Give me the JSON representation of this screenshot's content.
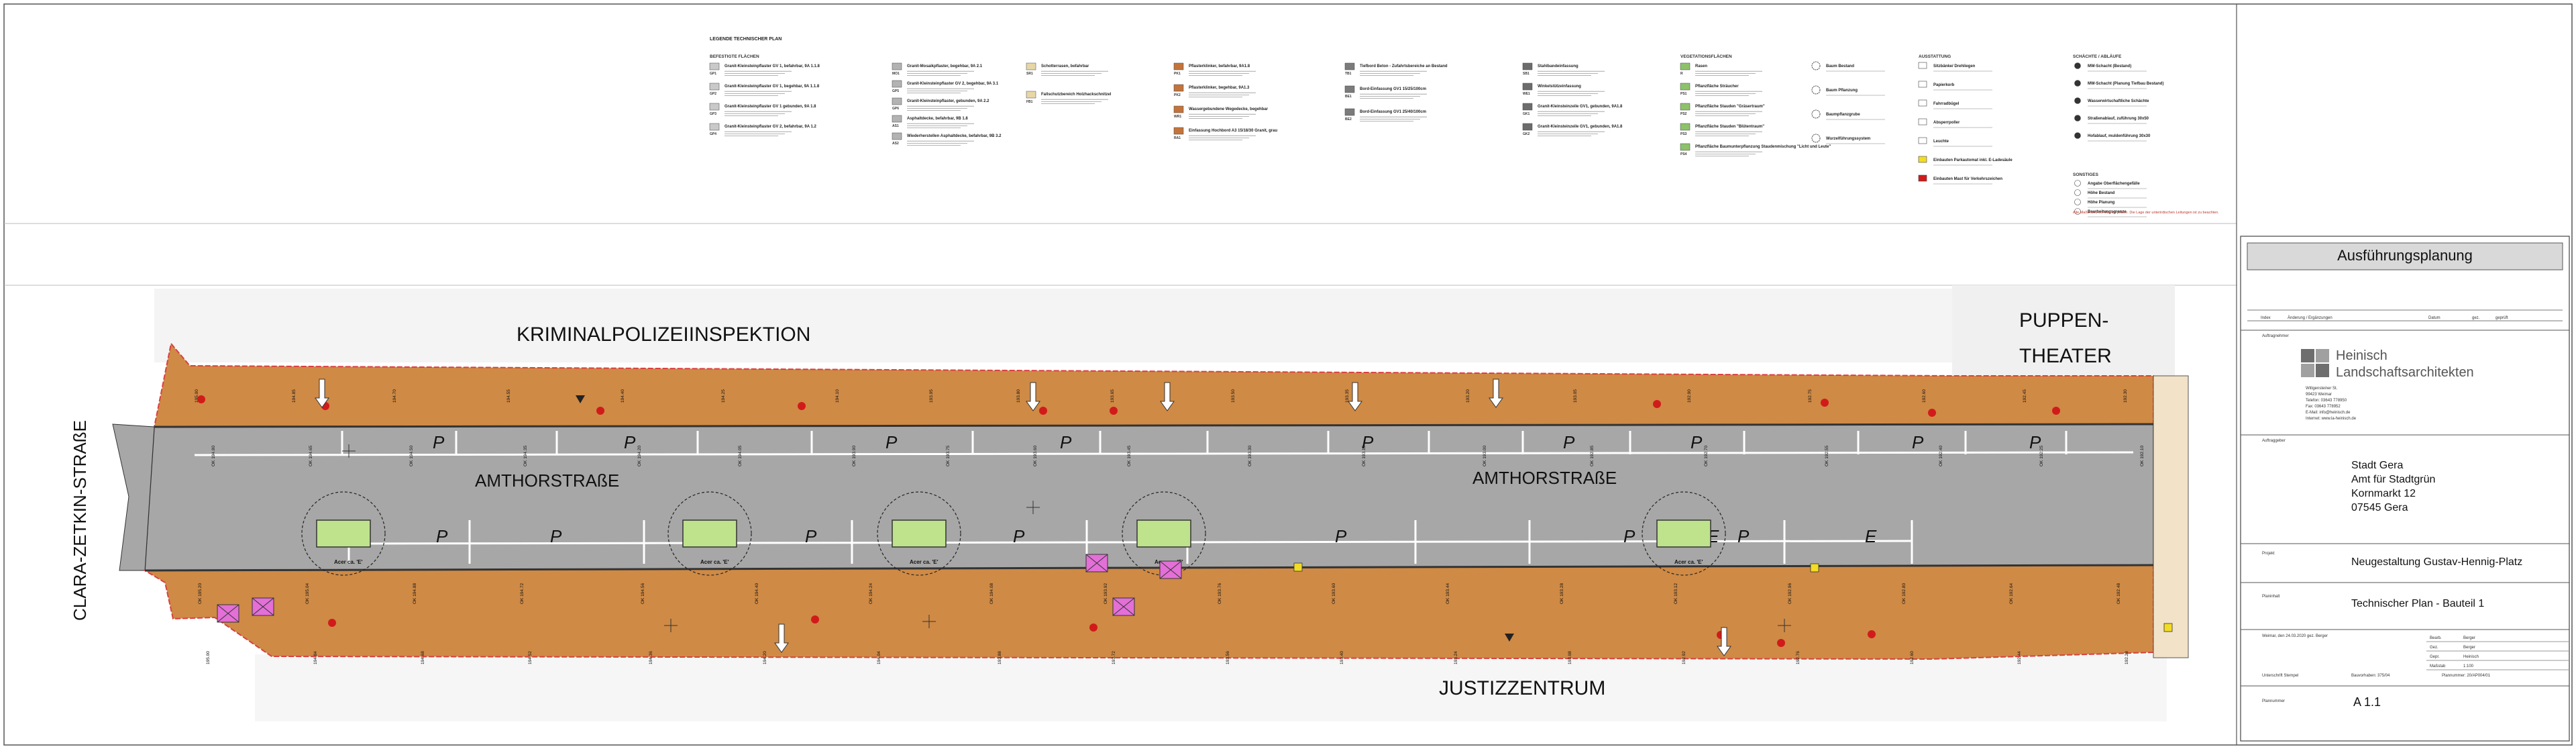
{
  "buildings": {
    "north_left": "KRIMINALPOLIZEIINSPEKTION",
    "north_right_1": "PUPPEN-",
    "north_right_2": "THEATER",
    "south": "JUSTIZZENTRUM"
  },
  "streets": {
    "main": "AMTHORSTRAßE",
    "cross": "CLARA-ZETKIN-STRAßE"
  },
  "parking_mark": "P",
  "ev_mark": "E",
  "bay_labels": [
    "P",
    "P",
    "P",
    "P",
    "P",
    "P",
    "P",
    "P",
    "P"
  ],
  "south_bay_labels": [
    "P",
    "P",
    "P",
    "P",
    "P",
    "P",
    "P"
  ],
  "legend": {
    "title": "LEGENDE TECHNISCHER PLAN",
    "sec_paved": "BEFESTIGTE FLÄCHEN",
    "sec_vegetation": "VEGETATIONSFLÄCHEN",
    "sec_equipment": "AUSSTATTUNG",
    "sec_drainage": "SCHÄCHTE / ABLÄUFE",
    "sec_other": "SONSTIGES",
    "col1": [
      {
        "code": "GP1",
        "title": "Granit-Kleinsteinpflaster GV 1, befahrbar, 9A 1.1.8"
      },
      {
        "code": "GP2",
        "title": "Granit-Kleinsteinpflaster GV 1, begehbar, 9A 1.1.8"
      },
      {
        "code": "GP3",
        "title": "Granit-Kleinsteinpflaster GV 1 gebunden, 9A 1.8"
      },
      {
        "code": "GP4",
        "title": "Granit-Kleinsteinpflaster GV 2, befahrbar, 9A 1.2"
      }
    ],
    "col2": [
      {
        "code": "MO1",
        "title": "Granit-Mosaikpflaster, begehbar, 9A 2.1"
      },
      {
        "code": "GP5",
        "title": "Granit-Kleinsteinpflaster GV 2, begehbar, 9A 3.1"
      },
      {
        "code": "GP6",
        "title": "Granit-Kleinsteinpflaster, gebunden, 9A 2.2"
      },
      {
        "code": "AS1",
        "title": "Asphaltdecke, befahrbar, 9B 1.8"
      },
      {
        "code": "AS2",
        "title": "Wiederherstellen Asphaltdecke, befahrbar, 9B 3.2"
      }
    ],
    "col3": [
      {
        "code": "SR1",
        "title": "Schotterrasen, befahrbar"
      },
      {
        "code": "FB1",
        "title": "Fallschutzbereich Holzhackschnitzel"
      }
    ],
    "col4": [
      {
        "code": "PK1",
        "title": "Pflasterklinker, befahrbar, 9A1.8"
      },
      {
        "code": "PK2",
        "title": "Pflasterklinker, begehbar, 9A1.3"
      },
      {
        "code": "WR1",
        "title": "Wassergebundene Wegedecke, begehbar"
      },
      {
        "code": "RA1",
        "title": "Einfassung Hochbord A3 15/18/30 Granit, grau"
      }
    ],
    "col5": [
      {
        "code": "TB1",
        "title": "Tiefbord Beton - Zufahrtsbereiche an Bestand"
      },
      {
        "code": "BE1",
        "title": "Bord-Einfassung GV1 15/25/100cm"
      },
      {
        "code": "BE2",
        "title": "Bord-Einfassung GV1 25/40/100cm"
      }
    ],
    "col6": [
      {
        "code": "SB1",
        "title": "Stahlbandeinfassung"
      },
      {
        "code": "WE1",
        "title": "Winkelstützeinfassung"
      },
      {
        "code": "GK1",
        "title": "Granit-Kleinsteinzeile GV1, gebunden, 9A1.8"
      },
      {
        "code": "GK2",
        "title": "Granit-Kleinsteinzeile GV1, gebunden, 9A1.8"
      }
    ],
    "col7": [
      {
        "code": "R",
        "title": "Rasen"
      },
      {
        "code": "PS1",
        "title": "Pflanzfläche Sträucher"
      },
      {
        "code": "PS2",
        "title": "Pflanzfläche Stauden \"Gräsertraum\""
      },
      {
        "code": "PS3",
        "title": "Pflanzfläche Stauden \"Blütentraum\""
      },
      {
        "code": "PS4",
        "title": "Pflanzfläche Baumunterpflanzung Staudenmischung \"Licht und Leute\""
      }
    ],
    "col8": [
      {
        "title": "Baum Bestand"
      },
      {
        "title": "Baum Pflanzung"
      },
      {
        "title": "Baumpflanzgrube"
      },
      {
        "title": "Wurzelführungssystem"
      }
    ],
    "col9": [
      {
        "title": "Sitzbänke/ Drehliegen"
      },
      {
        "title": "Papierkorb"
      },
      {
        "title": "Fahrradbügel"
      },
      {
        "title": "Absperrpoller"
      },
      {
        "title": "Leuchte"
      },
      {
        "title": "Einbauten Parkautomat inkl. E-Ladesäule"
      },
      {
        "title": "Einbauten Mast für Verkehrszeichen"
      }
    ],
    "col10": [
      {
        "title": "MW-Schacht (Bestand)"
      },
      {
        "title": "MW-Schacht (Planung Tiefbau Bestand)"
      },
      {
        "title": "Wasserwirtschaftliche Schächte"
      },
      {
        "title": "Straßenablauf, zuführung 30x50"
      },
      {
        "title": "Hofablauf, muldenführung 30x30"
      }
    ],
    "col11": [
      {
        "title": "Angabe Oberflächengefälle"
      },
      {
        "title": "Höhe Bestand"
      },
      {
        "title": "Höhe Planung"
      },
      {
        "title": "Bearbeitungsgrenze"
      }
    ],
    "note": "Alle Maße sind vor Bau zu prüfen. Die Lage der unterirdischen Leitungen ist zu beachten."
  },
  "titleblock": {
    "stage": "Ausführungsplanung",
    "index_headers": [
      "Index",
      "Änderung / Ergänzungen",
      "Datum",
      "gez.",
      "geprüft"
    ],
    "planner_label": "Auftragnehmer",
    "firm_line1": "Heinisch",
    "firm_line2": "Landschaftsarchitekten",
    "firm_address": [
      "Wittgensteiner St.",
      "99423 Weimar",
      "Telefon: 03643 778950",
      "Fax: 03643 778952",
      "E-Mail: info@heinisch.de",
      "Internet: www.la-heinisch.de"
    ],
    "client_label": "Auftraggeber",
    "client": [
      "Stadt Gera",
      "Amt für Stadtgrün",
      "Kornmarkt 12",
      "07545 Gera"
    ],
    "project_label": "Projekt",
    "project": "Neugestaltung Gustav-Hennig-Platz",
    "plan_label": "Planinhalt",
    "plan": "Technischer Plan - Bauteil 1",
    "meta_left": "Weimar, den 24.03.2020 gez. Berger",
    "meta_rows": [
      {
        "k": "Bearb.",
        "v": "Berger"
      },
      {
        "k": "Gez.",
        "v": "Berger"
      },
      {
        "k": "Gepr.",
        "v": "Heinisch"
      },
      {
        "k": "Maßstab",
        "v": "1:100"
      }
    ],
    "job_no": "Bauvorhaben: 375/04",
    "file_no": "Plannummer: 20/AP004/01",
    "stamp_label": "Unterschrift Stempel",
    "sheet_label": "Plannummer",
    "sheet": "A 1.1"
  },
  "tree_labels": [
    "Acer ca. 'E'",
    "Acer ca. 'E'",
    "Acer ca. 'E'",
    "Acer ca. 'E'",
    "Acer ca. 'E'"
  ],
  "colors": {
    "paving": "#cf8a45",
    "road": "#a7a7a7",
    "tree_bed": "#bfe28c",
    "ev_marker": "#e36fd7",
    "tree_point": "#d11b1b",
    "yellow": "#f2dc24"
  }
}
